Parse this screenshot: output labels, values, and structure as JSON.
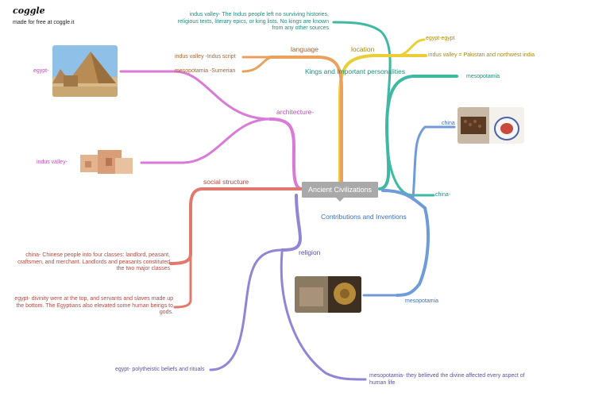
{
  "brand": {
    "logo": "coggle",
    "tagline": "made for free at coggle.it"
  },
  "center": "Ancient Civilizations",
  "colors": {
    "teal": "#3fb8a4",
    "yellow": "#e9cf35",
    "orange": "#e9a15c",
    "violet": "#d97ad9",
    "red": "#e07a6e",
    "purple": "#8f86d6",
    "blue": "#6f9bd8",
    "brown": "#a8612e"
  },
  "branches": {
    "language": "language",
    "location": "location",
    "kings": "Kings and Important personalities",
    "architecture": "architecture-",
    "social": "social structure",
    "contributions": "Contributions and Inventions",
    "religion": "religion"
  },
  "leaves": {
    "teal_indus": "indus valley- The Indus people left no surviving histories, religious texts, literary epics, or king lists. No kings are known from any other sources",
    "lang_indus": "indus valley -Indus script",
    "lang_meso": "mesopotamia -Sumerian",
    "loc_egypt": "egypt-egypt",
    "loc_indus": "indus valley = Pakistan and northwest india",
    "kings_meso": "mesopotamia",
    "kings_china": "china-",
    "arch_egypt": "egypt-",
    "arch_indus": "indus valley-",
    "contrib_china": "china",
    "contrib_meso": "mesopotamia",
    "social_china": "china- Chinese people into four classes: landlord, peasant, craftsmen, and merchant. Landlords and peasants constituted the two major classes",
    "social_egypt": "egypt- divinity were at the top, and servants and slaves made up the bottom. The Egyptians also elevated some human beings to gods.",
    "rel_egypt": "egypt- polytheistic beliefs and rituals",
    "rel_meso": "mesopotamia- they believed the divine affected every aspect of human life"
  },
  "images": {
    "pyramids": "pyramids-photo",
    "indus_ruins": "indus-ruins-photo",
    "china_artifacts": "china-artifacts-photo",
    "mesopotamia_artifacts": "mesopotamia-artifacts-photo"
  }
}
